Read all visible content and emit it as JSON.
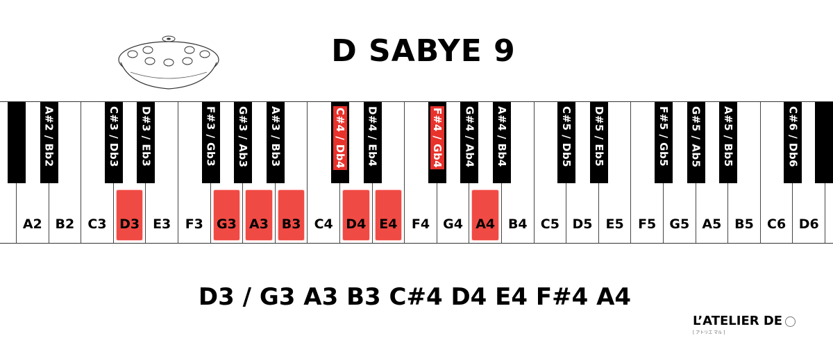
{
  "title": "D SABYE  9",
  "scale_line": "D3 / G3 A3 B3 C#4 D4 E4 F#4 A4",
  "logo": {
    "text": "L’ATELIER DE",
    "sub": "[ アトリエ マル ]"
  },
  "colors": {
    "highlight": "#f04a44",
    "black": "#000000",
    "white": "#ffffff"
  },
  "white_keys": [
    {
      "label": "A2",
      "highlighted": false
    },
    {
      "label": "B2",
      "highlighted": false
    },
    {
      "label": "C3",
      "highlighted": false
    },
    {
      "label": "D3",
      "highlighted": true
    },
    {
      "label": "E3",
      "highlighted": false
    },
    {
      "label": "F3",
      "highlighted": false
    },
    {
      "label": "G3",
      "highlighted": true
    },
    {
      "label": "A3",
      "highlighted": true
    },
    {
      "label": "B3",
      "highlighted": true
    },
    {
      "label": "C4",
      "highlighted": false
    },
    {
      "label": "D4",
      "highlighted": true
    },
    {
      "label": "E4",
      "highlighted": true
    },
    {
      "label": "F4",
      "highlighted": false
    },
    {
      "label": "G4",
      "highlighted": false
    },
    {
      "label": "A4",
      "highlighted": true
    },
    {
      "label": "B4",
      "highlighted": false
    },
    {
      "label": "C5",
      "highlighted": false
    },
    {
      "label": "D5",
      "highlighted": false
    },
    {
      "label": "E5",
      "highlighted": false
    },
    {
      "label": "F5",
      "highlighted": false
    },
    {
      "label": "G5",
      "highlighted": false
    },
    {
      "label": "A5",
      "highlighted": false
    },
    {
      "label": "B5",
      "highlighted": false
    },
    {
      "label": "C6",
      "highlighted": false
    },
    {
      "label": "D6",
      "highlighted": false
    }
  ],
  "black_keys": [
    {
      "label": "",
      "after": -1,
      "highlighted": false
    },
    {
      "label": "A#2 / Bb2",
      "after": 0,
      "highlighted": false
    },
    {
      "label": "C#3 / Db3",
      "after": 2,
      "highlighted": false
    },
    {
      "label": "D#3 / Eb3",
      "after": 3,
      "highlighted": false
    },
    {
      "label": "F#3 / Gb3",
      "after": 5,
      "highlighted": false
    },
    {
      "label": "G#3 / Ab3",
      "after": 6,
      "highlighted": false
    },
    {
      "label": "A#3 / Bb3",
      "after": 7,
      "highlighted": false
    },
    {
      "label": "C#4 / Db4",
      "after": 9,
      "highlighted": true
    },
    {
      "label": "D#4 / Eb4",
      "after": 10,
      "highlighted": false
    },
    {
      "label": "F#4 / Gb4",
      "after": 12,
      "highlighted": true
    },
    {
      "label": "G#4 / Ab4",
      "after": 13,
      "highlighted": false
    },
    {
      "label": "A#4 / Bb4",
      "after": 14,
      "highlighted": false
    },
    {
      "label": "C#5 / Db5",
      "after": 16,
      "highlighted": false
    },
    {
      "label": "D#5 / Eb5",
      "after": 17,
      "highlighted": false
    },
    {
      "label": "F#5 / Gb5",
      "after": 19,
      "highlighted": false
    },
    {
      "label": "G#5 / Ab5",
      "after": 20,
      "highlighted": false
    },
    {
      "label": "A#5 / Bb5",
      "after": 21,
      "highlighted": false
    },
    {
      "label": "C#6 / Db6",
      "after": 23,
      "highlighted": false
    },
    {
      "label": "",
      "after": 24,
      "highlighted": false
    }
  ]
}
